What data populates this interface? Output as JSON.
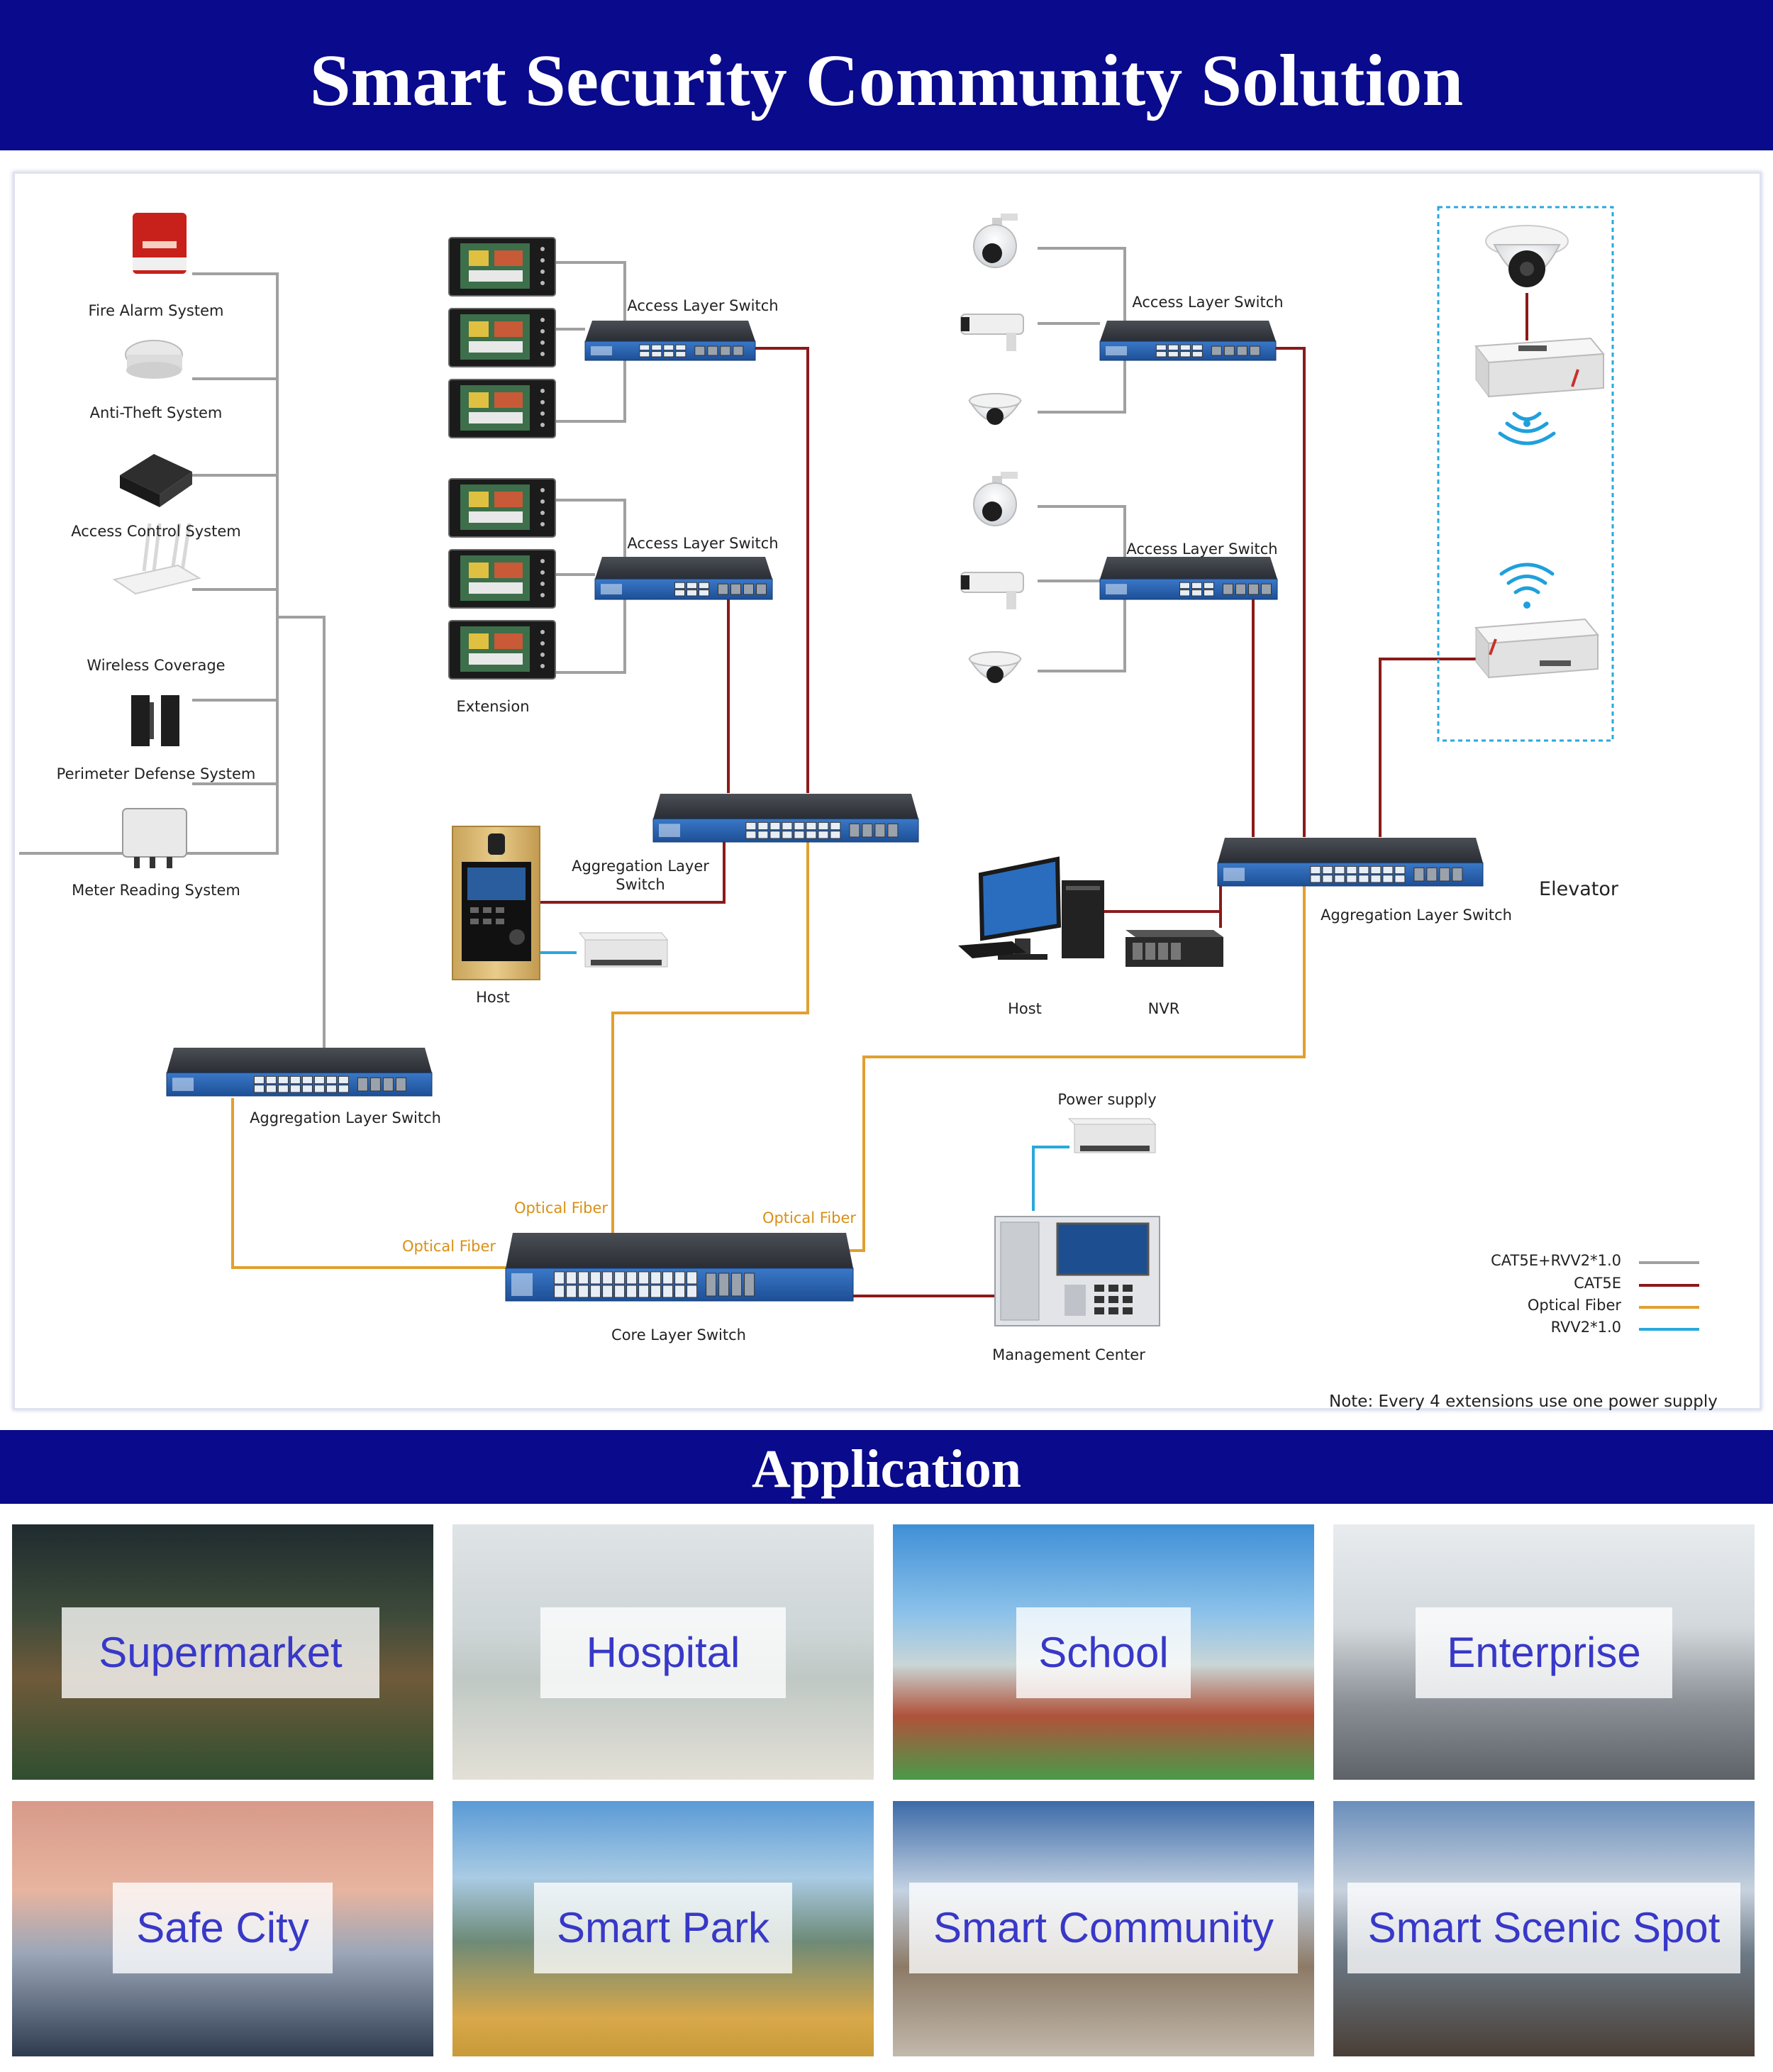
{
  "title": "Smart Security Community Solution",
  "application_title": "Application",
  "left_systems": [
    {
      "label": "Fire Alarm System",
      "icon": "fire-alarm-icon"
    },
    {
      "label": "Anti-Theft System",
      "icon": "smoke-detector-icon"
    },
    {
      "label": "Access Control System",
      "icon": "access-controller-icon"
    },
    {
      "label": "Wireless Coverage",
      "icon": "wifi-router-icon"
    },
    {
      "label": "Perimeter Defense System",
      "icon": "infrared-beam-icon"
    },
    {
      "label": "Meter Reading System",
      "icon": "meter-reader-icon"
    }
  ],
  "labels": {
    "access_switch": "Access Layer Switch",
    "aggregation_switch": "Aggregation Layer Switch",
    "aggregation_switch_split": "Aggregation Layer\nSwitch",
    "core_switch": "Core Layer Switch",
    "extension": "Extension",
    "host": "Host",
    "nvr": "NVR",
    "power_supply": "Power supply",
    "management_center": "Management Center",
    "elevator": "Elevator",
    "optical_fiber": "Optical Fiber"
  },
  "note": "Note: Every 4 extensions use one power supply",
  "legend": [
    {
      "label": "CAT5E+RVV2*1.0",
      "color": "#a0a0a0"
    },
    {
      "label": "CAT5E",
      "color": "#8b1a1a"
    },
    {
      "label": "Optical Fiber",
      "color": "#e0a030"
    },
    {
      "label": "RVV2*1.0",
      "color": "#2aa8dc"
    }
  ],
  "applications": [
    {
      "label": "Supermarket"
    },
    {
      "label": "Hospital"
    },
    {
      "label": "School"
    },
    {
      "label": "Enterprise"
    },
    {
      "label": "Safe City"
    },
    {
      "label": "Smart Park"
    },
    {
      "label": "Smart Community"
    },
    {
      "label": "Smart Scenic Spot"
    }
  ]
}
